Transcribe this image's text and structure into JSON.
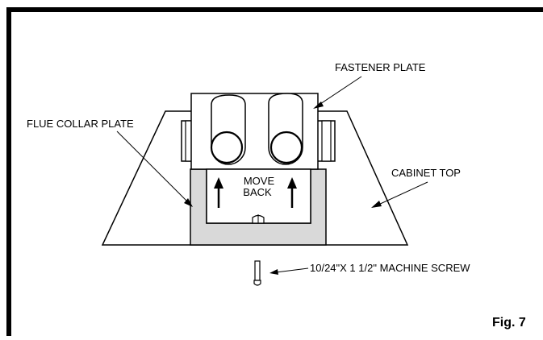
{
  "figure": {
    "labels": {
      "fastener_plate": "FASTENER PLATE",
      "flue_collar_plate": "FLUE COLLAR PLATE",
      "cabinet_top": "CABINET TOP",
      "move": "MOVE",
      "back": "BACK",
      "machine_screw": "10/24\"X 1 1/2\" MACHINE SCREW"
    },
    "caption": "Fig. 7"
  },
  "colors": {
    "line": "#000000",
    "gasket": "#d9d9d9",
    "background": "#ffffff"
  }
}
